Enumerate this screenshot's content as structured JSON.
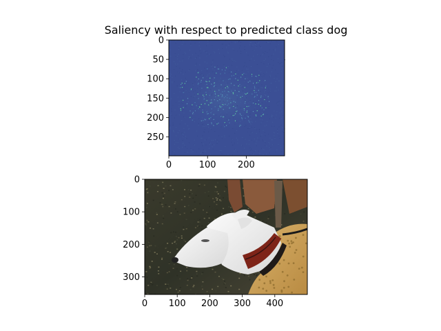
{
  "figure": {
    "title": "Saliency with respect to predicted class dog"
  },
  "chart_data": [
    {
      "type": "heatmap",
      "title": "Saliency with respect to predicted class dog",
      "xlabel": "",
      "ylabel": "",
      "xlim": [
        0,
        299
      ],
      "ylim": [
        299,
        0
      ],
      "xticks": [
        0,
        100,
        200
      ],
      "yticks": [
        0,
        50,
        100,
        150,
        200,
        250
      ],
      "grid": false,
      "colormap": "viridis",
      "base_color": "#3b4f95",
      "highlight_color": "#5fd0a0",
      "description_of_values": "mostly near-zero saliency with sparse bright speckles concentrated around the dog's head region (x≈80–240, y≈90–200)"
    },
    {
      "type": "image",
      "title": "",
      "xlabel": "",
      "ylabel": "",
      "xlim": [
        0,
        500
      ],
      "ylim": [
        354,
        0
      ],
      "xticks": [
        0,
        100,
        200,
        300,
        400
      ],
      "yticks": [
        0,
        100,
        200,
        300
      ],
      "grid": false,
      "content": "photograph of a white greyhound wearing a red collar and a tan coat, on dark grass"
    }
  ]
}
